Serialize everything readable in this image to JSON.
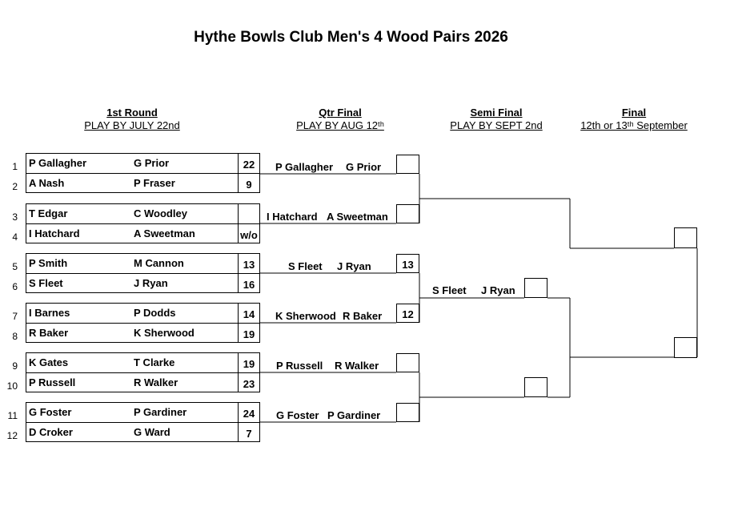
{
  "title": "Hythe Bowls Club Men's 4 Wood Pairs 2026",
  "rounds": [
    {
      "name": "1st Round",
      "deadline": "PLAY BY JULY 22nd"
    },
    {
      "name": "Qtr Final",
      "deadline": "PLAY BY AUG 12ᵗʰ"
    },
    {
      "name": "Semi Final",
      "deadline": "PLAY BY SEPT 2nd"
    },
    {
      "name": "Final",
      "deadline": "12th or 13ᵗʰ September"
    }
  ],
  "first_round": [
    {
      "num": "1",
      "p1": "P Gallagher",
      "p2": "G Prior",
      "score": "22"
    },
    {
      "num": "2",
      "p1": "A Nash",
      "p2": "P Fraser",
      "score": "9"
    },
    {
      "num": "3",
      "p1": "T Edgar",
      "p2": "C Woodley",
      "score": ""
    },
    {
      "num": "4",
      "p1": "I Hatchard",
      "p2": "A Sweetman",
      "score": "w/o"
    },
    {
      "num": "5",
      "p1": "P Smith",
      "p2": "M Cannon",
      "score": "13"
    },
    {
      "num": "6",
      "p1": "S Fleet",
      "p2": "J Ryan",
      "score": "16"
    },
    {
      "num": "7",
      "p1": "I Barnes",
      "p2": "P Dodds",
      "score": "14"
    },
    {
      "num": "8",
      "p1": "R Baker",
      "p2": "K Sherwood",
      "score": "19"
    },
    {
      "num": "9",
      "p1": "K Gates",
      "p2": "T Clarke",
      "score": "19"
    },
    {
      "num": "10",
      "p1": "P Russell",
      "p2": "R Walker",
      "score": "23"
    },
    {
      "num": "11",
      "p1": "G Foster",
      "p2": "P Gardiner",
      "score": "24"
    },
    {
      "num": "12",
      "p1": "D Croker",
      "p2": "G Ward",
      "score": "7"
    }
  ],
  "quarter_finals": [
    {
      "p1": "P Gallagher",
      "p2": "G Prior",
      "score": ""
    },
    {
      "p1": "I Hatchard",
      "p2": "A Sweetman",
      "score": ""
    },
    {
      "p1": "S Fleet",
      "p2": "J Ryan",
      "score": "13"
    },
    {
      "p1": "K Sherwood",
      "p2": "R Baker",
      "score": "12"
    },
    {
      "p1": "P Russell",
      "p2": "R Walker",
      "score": ""
    },
    {
      "p1": "G Foster",
      "p2": "P Gardiner",
      "score": ""
    }
  ],
  "semi_finals": [
    {
      "p1": "S Fleet",
      "p2": "J Ryan",
      "score": ""
    },
    {
      "p1": "",
      "p2": "",
      "score": ""
    }
  ],
  "final": [
    {
      "score": ""
    },
    {
      "score": ""
    }
  ]
}
